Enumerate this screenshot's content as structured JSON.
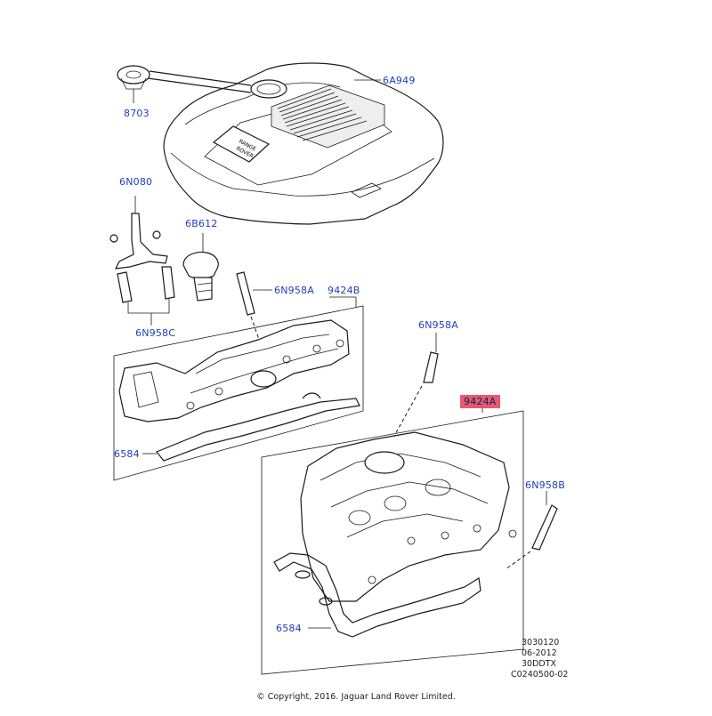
{
  "callouts": {
    "c8703": "8703",
    "c6A949": "6A949",
    "c6N080": "6N080",
    "c6B612": "6B612",
    "c6N958A_top": "6N958A",
    "c9424B": "9424B",
    "c6N958C": "6N958C",
    "c6N958A_right": "6N958A",
    "c9424A": "9424A",
    "c6N958B": "6N958B",
    "c6584_top": "6584",
    "c6584_bottom": "6584"
  },
  "reference": {
    "line1": "3030120",
    "line2": "06-2012",
    "line3": "30DDTX",
    "line4": "C0240500-02"
  },
  "copyright": "© Copyright, 2016. Jaguar Land Rover Limited.",
  "engine_badge": {
    "line1": "RANGE",
    "line2": "ROVER"
  },
  "colors": {
    "callout_text": "#1f3fbf",
    "highlight": "#e45a6f"
  }
}
